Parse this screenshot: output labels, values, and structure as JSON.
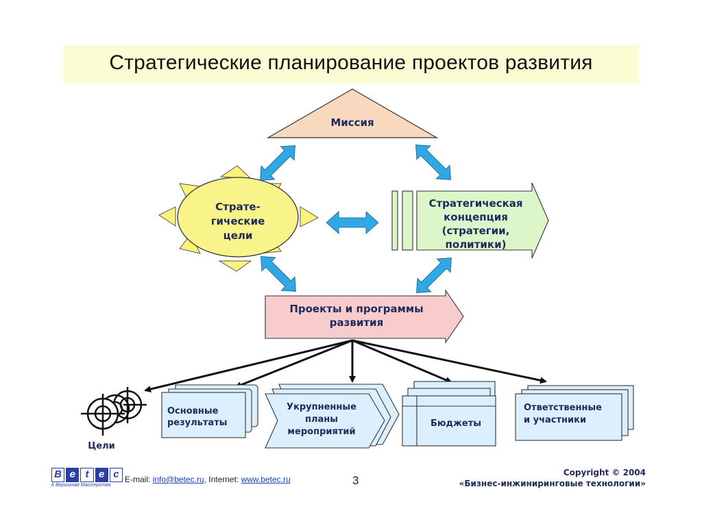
{
  "title": "Стратегические планирование проектов развития",
  "nodes": {
    "mission": "Миссия",
    "goals": [
      "Страте-",
      "гические",
      "цели"
    ],
    "concept": [
      "Стратегическая",
      "концепция",
      "(стратегии,",
      "политики)"
    ],
    "projects": [
      "Проекты и программы",
      "развития"
    ],
    "targets": "Цели",
    "results": [
      "Основные",
      "результаты"
    ],
    "plans": [
      "Укрупненные",
      "планы",
      "мероприятий"
    ],
    "budgets": "Бюджеты",
    "responsible": [
      "Ответственные",
      "и участники"
    ]
  },
  "footer": {
    "logo_letters": [
      "B",
      "e",
      "t",
      "e",
      "c"
    ],
    "logo_sub": "К Вершинам Мастерства",
    "email_label": "E-mail: ",
    "email": "info@betec.ru",
    "internet_label": ", Internet: ",
    "website": "www.betec.ru",
    "page_number": "3",
    "copyright_line1": "Copyright © 2004",
    "copyright_line2": "«Бизнес-инжиниринговые технологии»"
  },
  "colors": {
    "title_bg": "#fbfbd4",
    "mission_fill": "#f9d9bd",
    "goals_fill": "#f8f48a",
    "sun_rays": "#fbf47a",
    "concept_fill": "#dcf5c9",
    "projects_fill": "#f8cccc",
    "doc_fill": "#dcefff",
    "arrow_blue": "#2fa8e6",
    "text_dark": "#1f2a5a"
  }
}
